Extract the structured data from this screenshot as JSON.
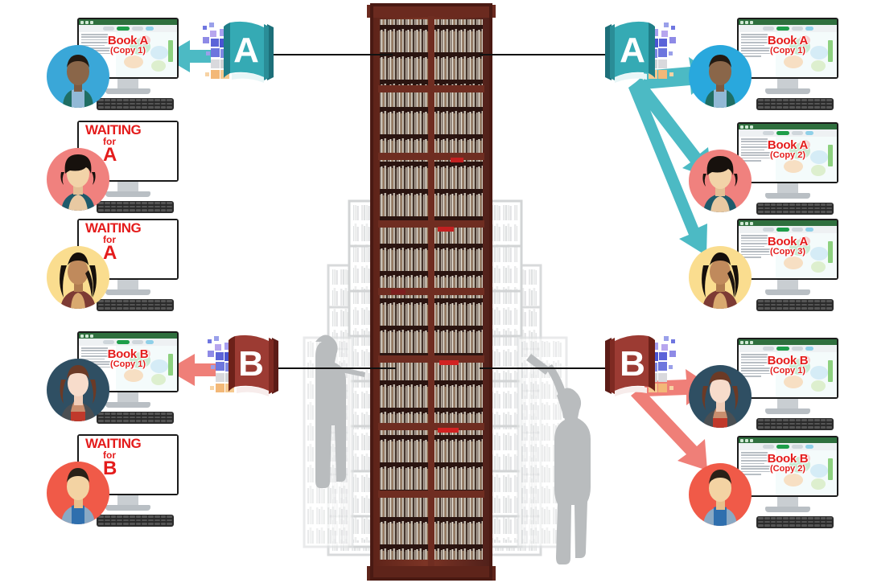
{
  "diagram": {
    "title": "Library book copies distribution diagram",
    "colors": {
      "book_a": "#35aab4",
      "book_a_arrow": "#4cbac4",
      "book_b": "#9c3b33",
      "book_b_arrow": "#ef7f78",
      "label_red": "#e41c1c",
      "line": "#111111",
      "shelf_wood": "#6d2b20",
      "silhouette": "#b9bcbe"
    },
    "center": {
      "name": "library-bookshelf",
      "label": "",
      "silhouette_left": "person-browsing-shelf",
      "silhouette_right": "person-reaching-shelf"
    },
    "left_group": {
      "book": {
        "letter": "A",
        "name": "book-a-icon-left",
        "color": "#35aab4"
      },
      "arrow": {
        "direction": "left",
        "color": "#4cbac4"
      },
      "stations": [
        {
          "type": "reading",
          "screen_title": "Book A",
          "screen_copy": "(Copy 1)",
          "avatar": "avatar-man-teal-bg"
        },
        {
          "type": "waiting",
          "waiting_line1": "WAITING",
          "waiting_line2": "for",
          "waiting_line3": "A",
          "avatar": "avatar-woman-coral-bg"
        },
        {
          "type": "waiting",
          "waiting_line1": "WAITING",
          "waiting_line2": "for",
          "waiting_line3": "A",
          "avatar": "avatar-woman-yellow-bg"
        }
      ]
    },
    "right_group": {
      "book": {
        "letter": "A",
        "name": "book-a-icon-right",
        "color": "#35aab4"
      },
      "arrows": {
        "count": 3,
        "direction": "right",
        "color": "#4cbac4"
      },
      "stations": [
        {
          "type": "reading",
          "screen_title": "Book A",
          "screen_copy": "(Copy 1)",
          "avatar": "avatar-man-blue-bg"
        },
        {
          "type": "reading",
          "screen_title": "Book A",
          "screen_copy": "(Copy 2)",
          "avatar": "avatar-woman-coral-bg"
        },
        {
          "type": "reading",
          "screen_title": "Book A",
          "screen_copy": "(Copy 3)",
          "avatar": "avatar-woman-yellow-bg"
        }
      ]
    },
    "left_group_b": {
      "book": {
        "letter": "B",
        "name": "book-b-icon-left",
        "color": "#9c3b33"
      },
      "arrow": {
        "direction": "left",
        "color": "#ef7f78"
      },
      "stations": [
        {
          "type": "reading",
          "screen_title": "Book B",
          "screen_copy": "(Copy 1)",
          "avatar": "avatar-woman-navy-bg"
        },
        {
          "type": "waiting",
          "waiting_line1": "WAITING",
          "waiting_line2": "for",
          "waiting_line3": "B",
          "avatar": "avatar-man-red-bg"
        }
      ]
    },
    "right_group_b": {
      "book": {
        "letter": "B",
        "name": "book-b-icon-right",
        "color": "#9c3b33"
      },
      "arrows": {
        "count": 2,
        "direction": "right",
        "color": "#ef7f78"
      },
      "stations": [
        {
          "type": "reading",
          "screen_title": "Book B",
          "screen_copy": "(Copy 1)",
          "avatar": "avatar-woman-navy-bg"
        },
        {
          "type": "reading",
          "screen_title": "Book B",
          "screen_copy": "(Copy 2)",
          "avatar": "avatar-man-red-bg"
        }
      ]
    }
  }
}
